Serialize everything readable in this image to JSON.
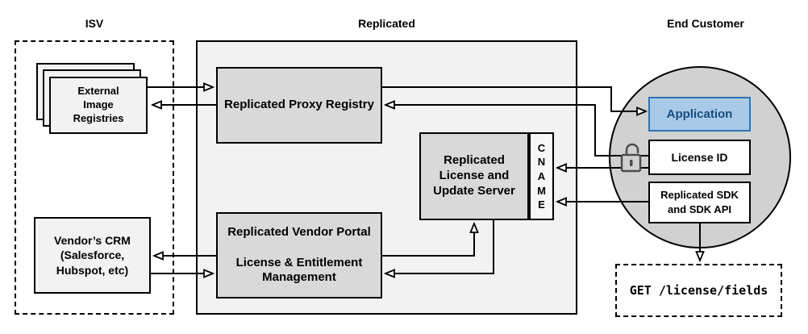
{
  "titles": {
    "isv": "ISV",
    "replicated": "Replicated",
    "end_customer": "End Customer"
  },
  "nodes": {
    "external_image_registries": {
      "label": "External\nImage\nRegistries"
    },
    "vendors_crm": {
      "label": "Vendor’s CRM\n(Salesforce,\nHubspot, etc)"
    },
    "proxy_registry": {
      "label": "Replicated Proxy Registry"
    },
    "vendor_portal": {
      "label": "Replicated Vendor Portal\n\nLicense & Entitlement\nManagement"
    },
    "license_update_server": {
      "label": "Replicated\nLicense and\nUpdate Server"
    },
    "cname": {
      "letters": [
        "C",
        "N",
        "A",
        "M",
        "E"
      ]
    },
    "application": {
      "label": "Application"
    },
    "license_id": {
      "label": "License ID"
    },
    "replicated_sdk": {
      "label": "Replicated SDK\nand SDK API"
    },
    "api_endpoint": {
      "label": "GET /license/fields"
    }
  },
  "icons": {
    "license_lock": "unlocked-padlock"
  },
  "colors": {
    "region_fill": "#f2f2f2",
    "node_fill": "#d9d9d9",
    "light_node_fill": "#f2f2f2",
    "customer_circle_fill": "#d1d1d1",
    "application_fill": "#a9c9e8",
    "application_border": "#2e73b0",
    "application_text": "#174f7e",
    "line": "#000000"
  }
}
